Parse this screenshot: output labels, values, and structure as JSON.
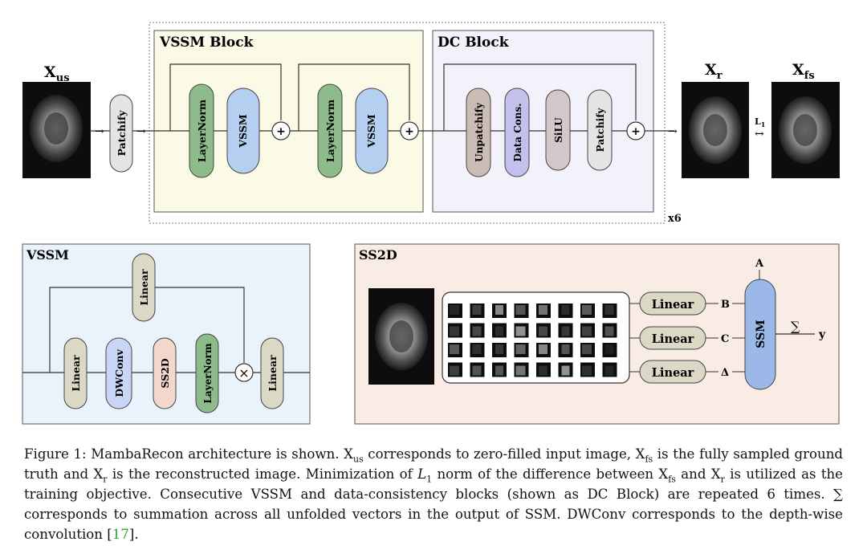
{
  "top": {
    "input_label": "X",
    "input_sub": "us",
    "patchify_label": "Patchify",
    "vssm_block_title": "VSSM Block",
    "dc_block_title": "DC Block",
    "vssm_block_items": [
      "LayerNorm",
      "VSSM",
      "LayerNorm",
      "VSSM"
    ],
    "dc_block_items": [
      "Unpatchify",
      "Data Cons.",
      "SiLU",
      "Patchify"
    ],
    "plus_symbol": "+",
    "repeat_label": "x6",
    "recon_label": "X",
    "recon_sub": "r",
    "full_label": "X",
    "full_sub": "fs",
    "loss_label": "L",
    "loss_sub": "1",
    "arrow_right": "→",
    "arrow_both": "↔"
  },
  "vssm_panel": {
    "title": "VSSM",
    "top_linear": "Linear",
    "items": [
      "Linear",
      "DWConv",
      "SS2D",
      "LayerNorm"
    ],
    "multiply_symbol": "×",
    "out_linear": "Linear"
  },
  "ss2d_panel": {
    "title": "SS2D",
    "linears": [
      "Linear",
      "Linear",
      "Linear"
    ],
    "param_labels": [
      "B",
      "C",
      "Δ"
    ],
    "top_param": "A",
    "ssm_label": "SSM",
    "sum_symbol": "∑",
    "output_label": "y"
  },
  "caption": {
    "fig": "Figure 1:",
    "t1": " MambaRecon architecture is shown. X",
    "s1": "us",
    "t2": " corresponds to zero-filled input image, X",
    "s2": "fs",
    "t3": " is the fully sampled ground truth and X",
    "s3": "r",
    "t4": " is the reconstructed image. Minimization of ",
    "math_l": "L",
    "math_sub": "1",
    "t5": " norm of the difference between X",
    "s5": "fs",
    "t6": " and X",
    "s6": "r",
    "t7": " is utilized as the training objective. Consecutive VSSM and data-consistency blocks (shown as DC Block) are repeated 6 times. ∑ corresponds to summation across all unfolded vectors in the output of SSM. DWConv corresponds to the depth-wise convolution [",
    "ref": "17",
    "t8": "]."
  },
  "colors": {
    "layernorm": "#8dbb8a",
    "vssm": "#b4cff0",
    "patchify": "#e4e4e4",
    "unpatchify": "#cbbdb6",
    "datacons": "#c4c0ee",
    "silu": "#d4c7c9",
    "linear_box": "#dcd8c6",
    "ss2d": "#f3d7cd",
    "vssm_panel_bg": "#eaf3fb",
    "ss2d_panel_bg": "#f8ece4",
    "vssm_block_bg": "#fafae6",
    "dc_block_bg": "#f3f2fa",
    "ssm_fill": "#9bb8e8"
  }
}
